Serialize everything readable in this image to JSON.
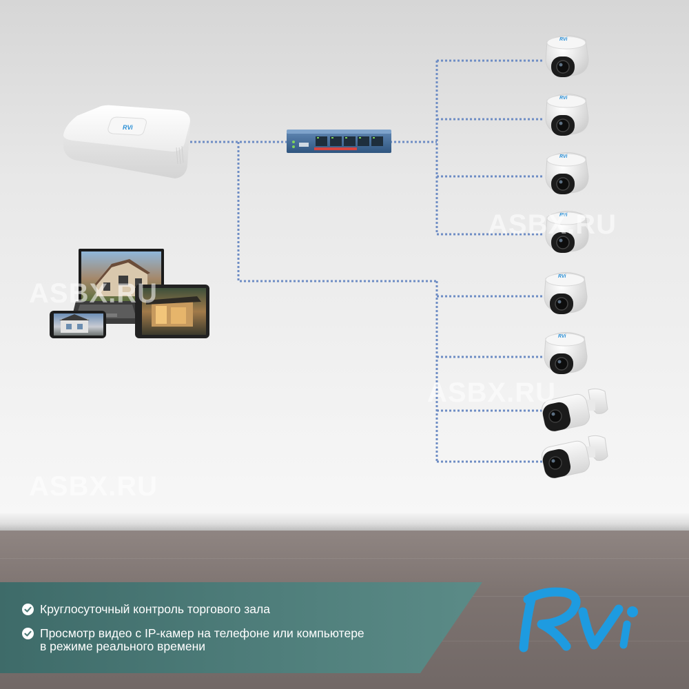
{
  "watermarks": [
    "ASBX.RU",
    "ASBX.RU",
    "ASBX.RU",
    "ASBX.RU"
  ],
  "devices": {
    "nvr": {
      "name": "NVR recorder",
      "brand": "RVi"
    },
    "switch": {
      "name": "PoE switch",
      "ports": 5
    },
    "clients": [
      "monitor",
      "laptop",
      "tablet",
      "smartphone"
    ],
    "cameras": [
      {
        "type": "dome"
      },
      {
        "type": "dome"
      },
      {
        "type": "dome"
      },
      {
        "type": "dome"
      },
      {
        "type": "dome"
      },
      {
        "type": "dome"
      },
      {
        "type": "bullet"
      },
      {
        "type": "bullet"
      }
    ]
  },
  "features": [
    {
      "icon": "check-circle-icon",
      "lines": [
        "Круглосуточный контроль торгового зала"
      ]
    },
    {
      "icon": "check-circle-icon",
      "lines": [
        "Просмотр видео с IP-камер на телефоне или компьютере",
        "в режиме реального времени"
      ]
    }
  ],
  "logo": {
    "text": "RVi",
    "color": "#1e9be0"
  },
  "colors": {
    "line": "#6d8cc4",
    "banner": "#4d7c79",
    "logo": "#1e9be0"
  }
}
